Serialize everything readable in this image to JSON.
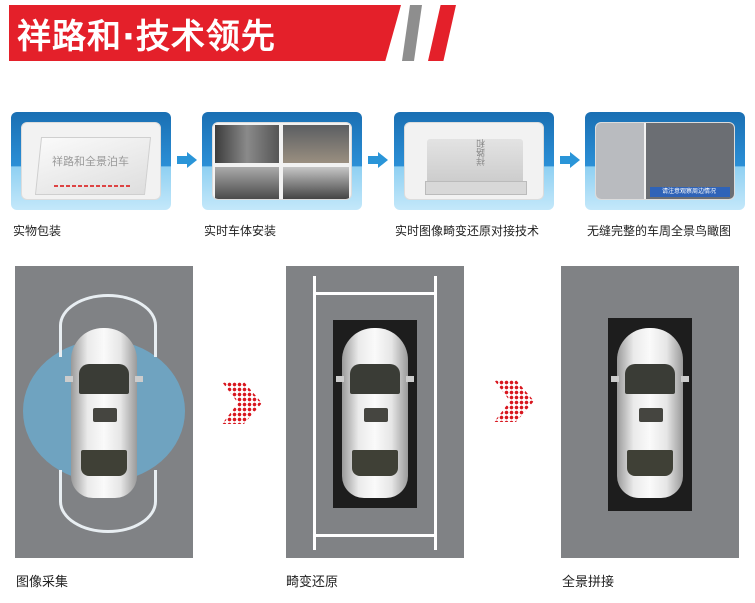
{
  "header": {
    "title": "祥路和·技术领先",
    "brand_color": "#e4202a",
    "stripe_colors": [
      "#8e8e8e",
      "#e4202a"
    ]
  },
  "process_steps": [
    {
      "label": "实物包装",
      "image_text": "祥路和全景泊车"
    },
    {
      "label": "实时车体安装"
    },
    {
      "label": "实时图像畸变还原对接技术",
      "image_text": "祥路和"
    },
    {
      "label": "无缝完整的车周全景鸟瞰图",
      "image_text": "请注意观察周边情况"
    }
  ],
  "stages": [
    {
      "label": "图像采集"
    },
    {
      "label": "畸变还原"
    },
    {
      "label": "全景拼接"
    }
  ],
  "icons": {
    "flow_arrow": "arrow-right-icon",
    "dots_arrow": "dotted-chevron-right-icon"
  }
}
